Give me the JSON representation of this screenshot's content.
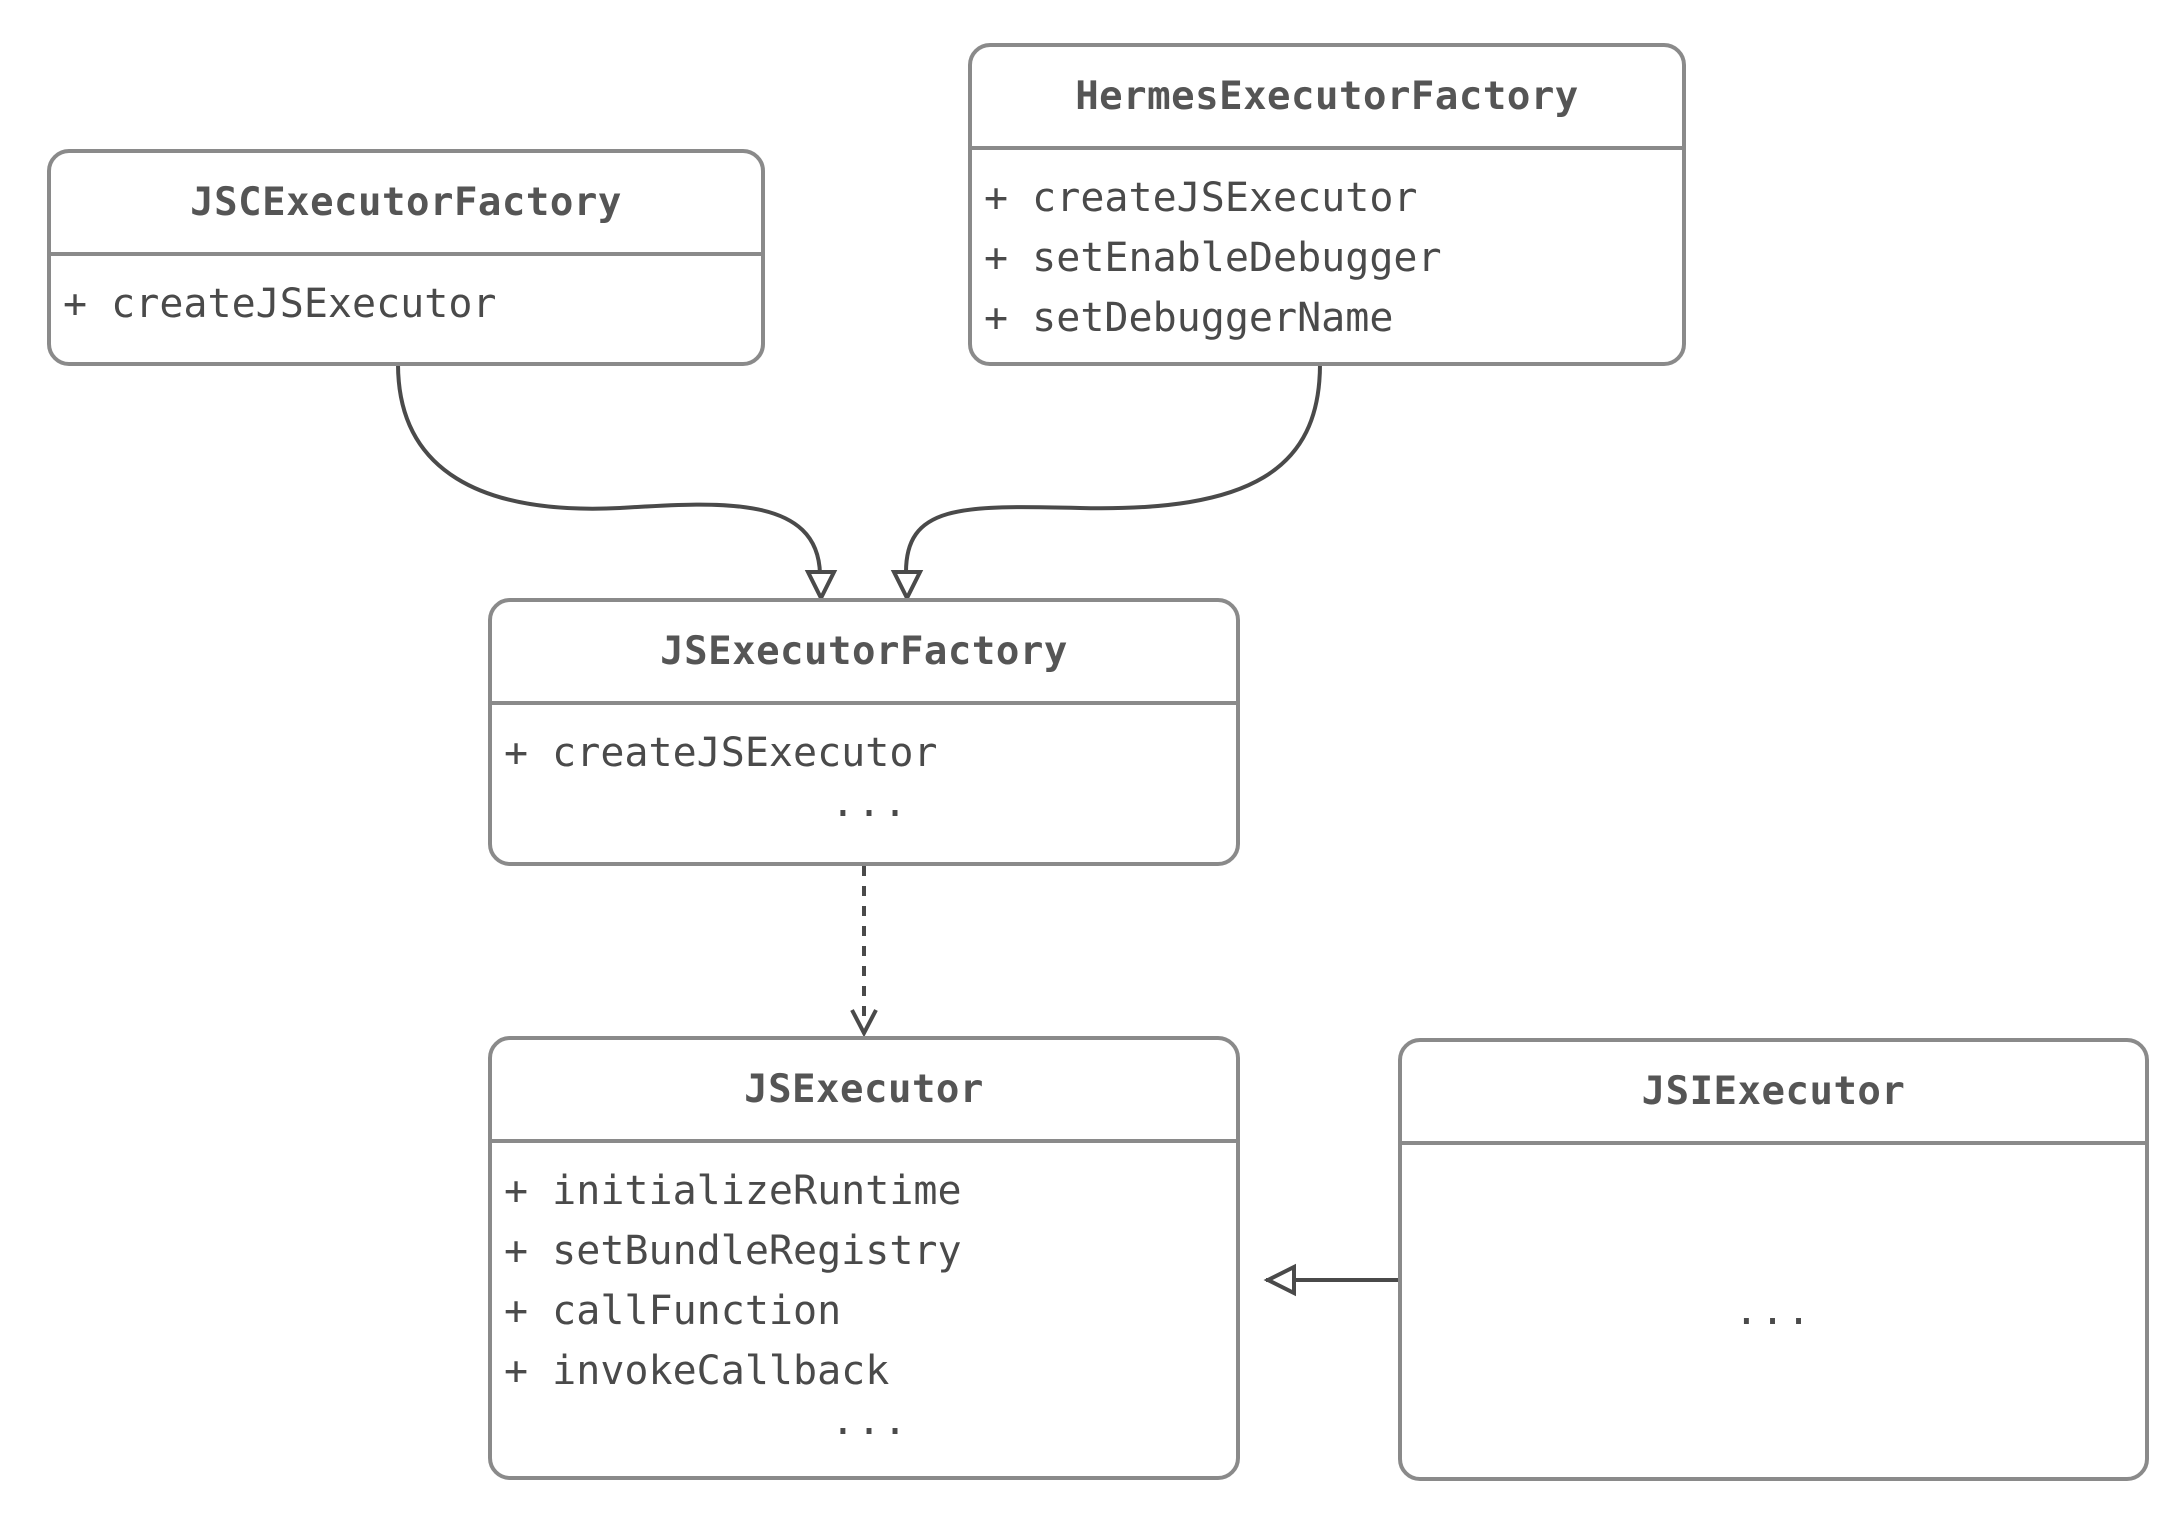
{
  "classes": {
    "jsc_factory": {
      "name": "JSCExecutorFactory",
      "members": [
        "+ createJSExecutor"
      ]
    },
    "hermes_factory": {
      "name": "HermesExecutorFactory",
      "members": [
        "+ createJSExecutor",
        "+ setEnableDebugger",
        "+ setDebuggerName"
      ]
    },
    "js_executor_factory": {
      "name": "JSExecutorFactory",
      "members": [
        "+ createJSExecutor"
      ],
      "more": "..."
    },
    "js_executor": {
      "name": "JSExecutor",
      "members": [
        "+ initializeRuntime",
        "+ setBundleRegistry",
        "+ callFunction",
        "+ invokeCallback"
      ],
      "more": "..."
    },
    "jsi_executor": {
      "name": "JSIExecutor",
      "more": "..."
    }
  },
  "colors": {
    "border": "#8a8a8a",
    "edge": "#4a4a4a",
    "text": "#4d4d4d"
  }
}
